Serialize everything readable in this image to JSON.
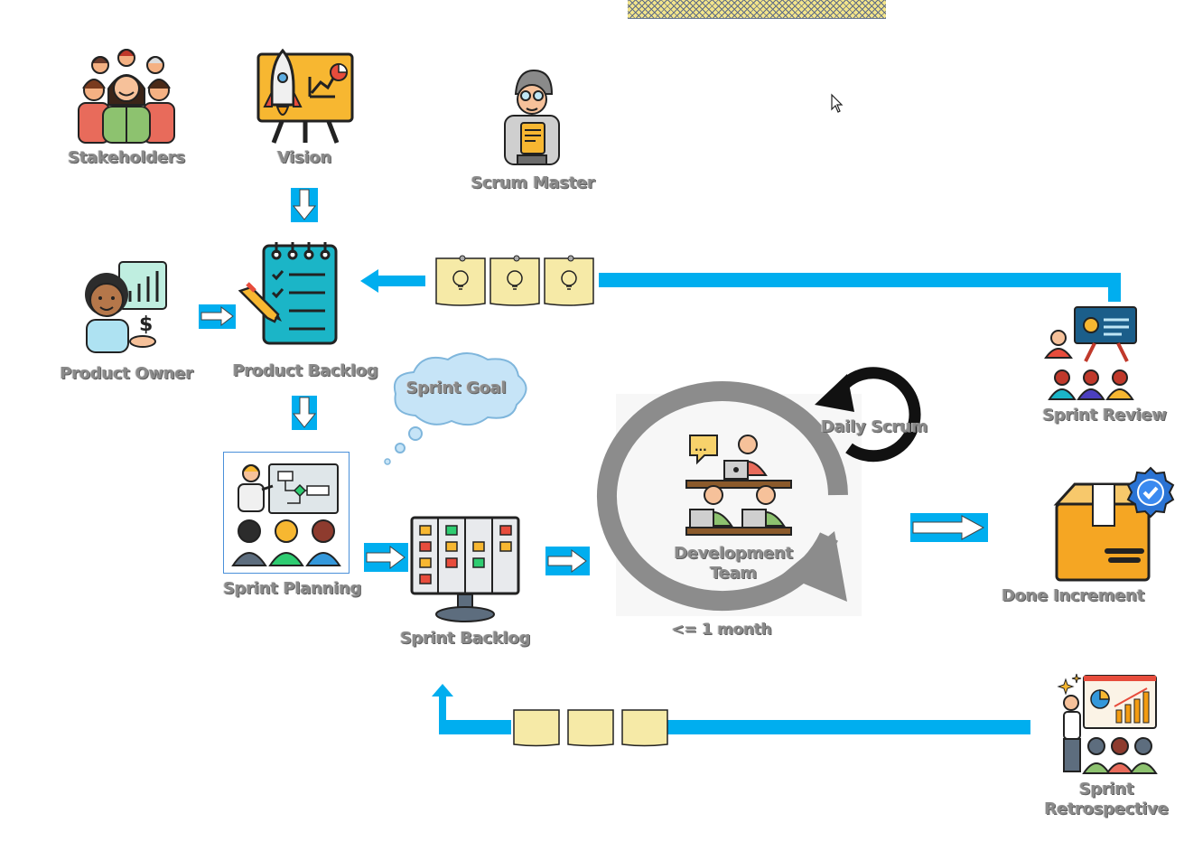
{
  "colors": {
    "flow_blue": "#00aeef",
    "label_gray": "#8a8a8a",
    "note_yellow": "#f6eaa7",
    "cycle_gray": "#8c8c8c",
    "accent_orange": "#f5a623",
    "board_teal": "#1bb5c7"
  },
  "labels": {
    "stakeholders": "Stakeholders",
    "vision": "Vision",
    "scrum_master": "Scrum Master",
    "product_owner": "Product Owner",
    "product_backlog": "Product Backlog",
    "sprint_goal": "Sprint Goal",
    "sprint_review": "Sprint Review",
    "daily_scrum": "Daily Scrum",
    "development_team_line1": "Development",
    "development_team_line2": "Team",
    "sprint_planning": "Sprint Planning",
    "sprint_backlog": "Sprint Backlog",
    "duration": "<= 1 month",
    "done_increment": "Done Increment",
    "sprint_retrospective_line1": "Sprint",
    "sprint_retrospective_line2": "Retrospective"
  },
  "icons": {
    "stakeholders": "group-of-people-icon",
    "vision": "rocket-presentation-board-icon",
    "scrum_master": "scrum-master-person-icon",
    "product_owner": "product-owner-person-icon",
    "product_backlog": "checklist-notepad-icon",
    "sprint_review": "presentation-audience-icon",
    "sprint_planning": "planning-meeting-icon",
    "sprint_backlog": "kanban-board-monitor-icon",
    "development_team": "team-at-desks-icon",
    "done_increment": "package-with-check-badge-icon",
    "sprint_retrospective": "retrospective-presentation-icon",
    "cursor": "mouse-pointer-icon"
  }
}
